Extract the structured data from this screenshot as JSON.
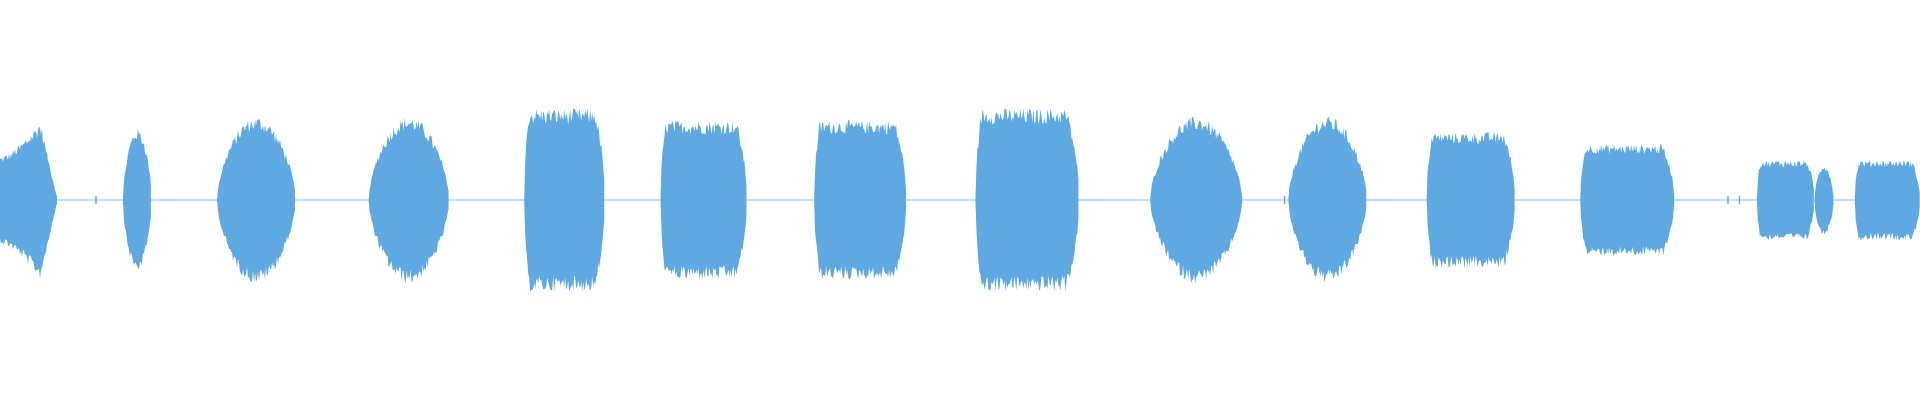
{
  "waveform": {
    "color": "#5ea9e2",
    "baseline_color": "#8cc3ec",
    "background": "#ffffff",
    "segments": [
      {
        "start": 0.0,
        "end": 0.03,
        "level": 0.2,
        "shape": "spike"
      },
      {
        "start": 0.064,
        "end": 0.079,
        "level": 0.18,
        "shape": "round"
      },
      {
        "start": 0.113,
        "end": 0.154,
        "level": 0.21,
        "shape": "round"
      },
      {
        "start": 0.192,
        "end": 0.234,
        "level": 0.21,
        "shape": "round"
      },
      {
        "start": 0.273,
        "end": 0.315,
        "level": 0.23,
        "shape": "flat"
      },
      {
        "start": 0.344,
        "end": 0.389,
        "level": 0.2,
        "shape": "flat"
      },
      {
        "start": 0.424,
        "end": 0.472,
        "level": 0.2,
        "shape": "flat"
      },
      {
        "start": 0.508,
        "end": 0.562,
        "level": 0.23,
        "shape": "flat"
      },
      {
        "start": 0.599,
        "end": 0.647,
        "level": 0.21,
        "shape": "round"
      },
      {
        "start": 0.671,
        "end": 0.712,
        "level": 0.21,
        "shape": "round"
      },
      {
        "start": 0.743,
        "end": 0.789,
        "level": 0.17,
        "shape": "flat"
      },
      {
        "start": 0.823,
        "end": 0.872,
        "level": 0.14,
        "shape": "flat"
      },
      {
        "start": 0.915,
        "end": 0.945,
        "level": 0.1,
        "shape": "flat"
      },
      {
        "start": 0.945,
        "end": 0.955,
        "level": 0.09,
        "shape": "round"
      },
      {
        "start": 0.966,
        "end": 1.0,
        "level": 0.1,
        "shape": "flat"
      }
    ],
    "ticks": [
      0.05,
      0.669,
      0.9,
      0.906
    ]
  }
}
